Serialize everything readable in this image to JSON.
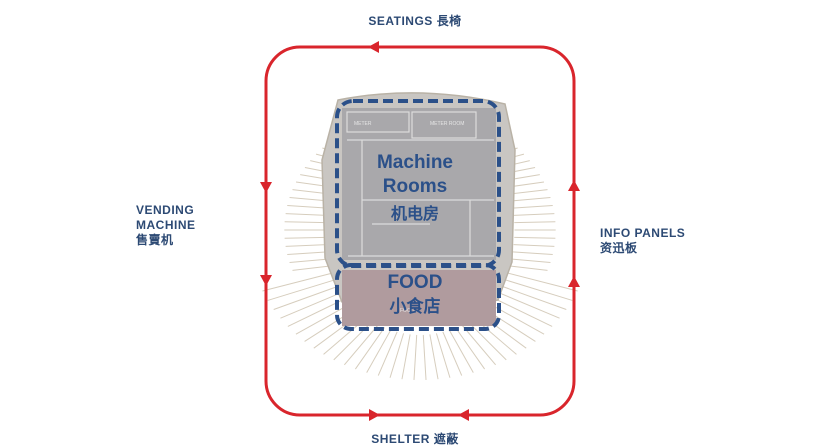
{
  "labels": {
    "top": "SEATINGS 長椅",
    "left_en": "VENDING MACHINE",
    "left_zh": "售賣机",
    "right_en": "INFO PANELS",
    "right_zh": "资迅板",
    "bottom": "SHELTER 遮蔽"
  },
  "zones": {
    "machine_en": "Machine Rooms",
    "machine_zh": "机电房",
    "food_en": "FOOD",
    "food_zh": "小食店"
  },
  "plan_tags": {
    "tag1": "METER",
    "tag2": "METER ROOM",
    "tag3": "FOOD"
  },
  "colors": {
    "loop": "#d9252c",
    "zone_border": "#2b5089",
    "text": "#2d4a74"
  }
}
